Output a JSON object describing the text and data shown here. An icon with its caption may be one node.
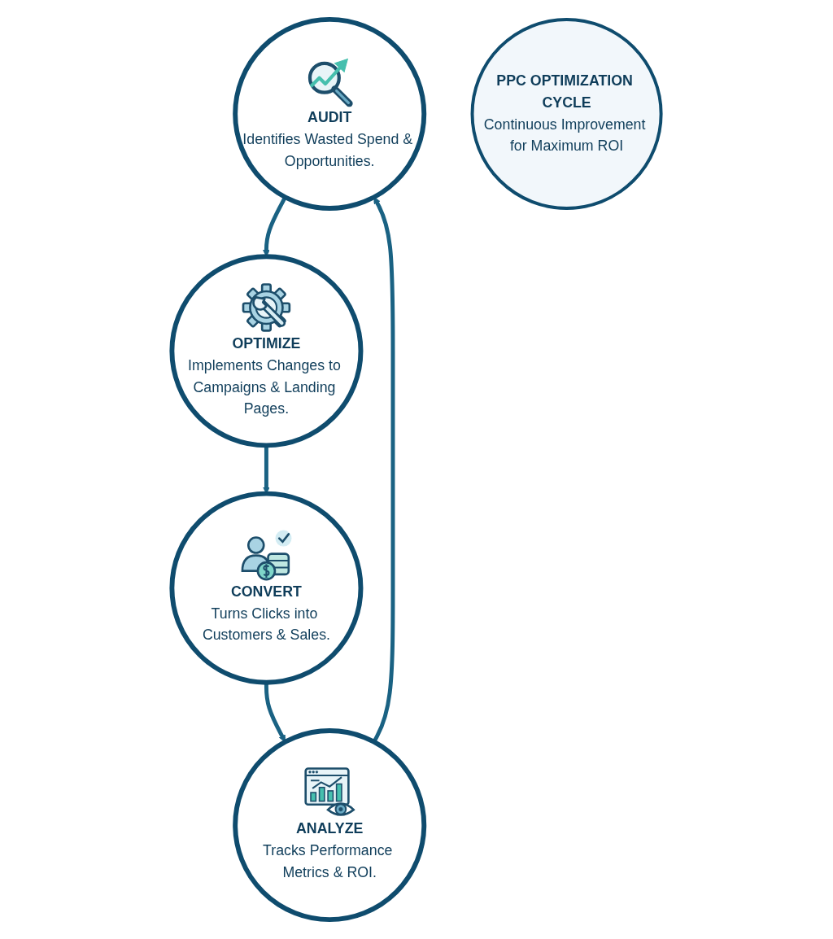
{
  "diagram": {
    "nodes": [
      {
        "text": [
          "AUDIT",
          "Identifies Wasted Spend & Opportunities."
        ]
      },
      {
        "text": [
          "ANALYZE",
          "Tracks Performance Metrics & ROI."
        ]
      },
      {
        "text": [
          "PPC OPTIMIZATION CYCLE",
          "Continuous Improvement for Maximum ROI"
        ]
      },
      {
        "text": [
          "OPTIMIZE",
          "Implements Changes to Campaigns & Landing Pages."
        ]
      },
      {
        "text": [
          "CONVERT",
          "Turns Clicks into Customers & Sales."
        ]
      }
    ],
    "edges": [
      {
        "from": 0,
        "to": 3,
        "arrow": "to"
      },
      {
        "from": 3,
        "to": 4,
        "arrow": "to"
      },
      {
        "from": 4,
        "to": 1,
        "arrow": "to"
      },
      {
        "from": 1,
        "to": 0,
        "arrow": "to"
      }
    ]
  }
}
